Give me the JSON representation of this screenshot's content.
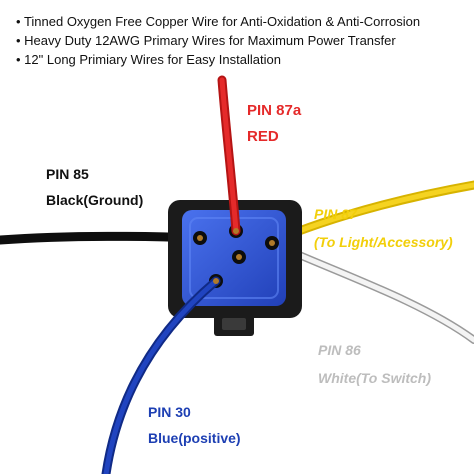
{
  "features": [
    "Tinned Oxygen Free Copper Wire for Anti-Oxidation & Anti-Corrosion",
    "Heavy Duty 12AWG Primary Wires for Maximum Power Transfer",
    "12\" Long Primiary Wires for Easy Installation"
  ],
  "pins": {
    "p87a": {
      "name": "PIN 87a",
      "desc": "RED",
      "color": "#e52a2a"
    },
    "p85": {
      "name": "PIN 85",
      "desc": "Black(Ground)",
      "color": "#111111"
    },
    "p87": {
      "name": "PIN 87",
      "desc": "(To Light/Accessory)",
      "color": "#f2cf0a"
    },
    "p86": {
      "name": "PIN 86",
      "desc": "White(To Switch)",
      "color": "#bdbdbd"
    },
    "p30": {
      "name": "PIN 30",
      "desc": "Blue(positive)",
      "color": "#1d3fb3"
    }
  },
  "colors": {
    "connector_body": "#2e56d8",
    "connector_housing": "#1a1a1a"
  }
}
